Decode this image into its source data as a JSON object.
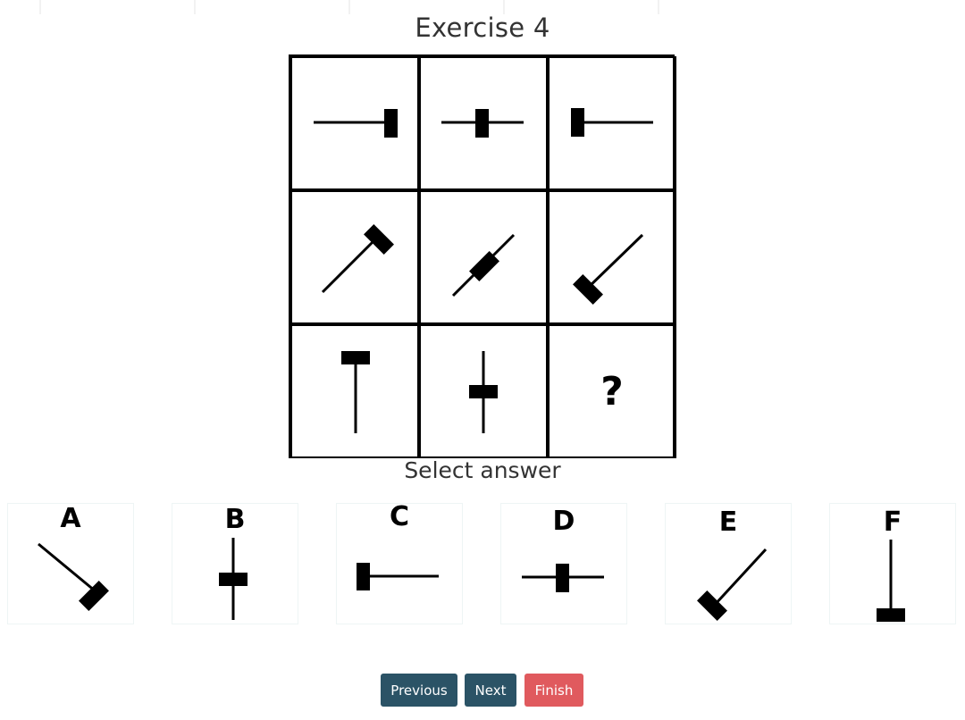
{
  "exercise": {
    "title": "Exercise 4"
  },
  "matrix": {
    "question_mark": "?",
    "cells": [
      [
        "hammer-horizontal-head-right",
        "hammer-horizontal-head-center",
        "hammer-horizontal-head-left"
      ],
      [
        "hammer-diagonal-head-top-right",
        "hammer-diagonal-head-center",
        "hammer-diagonal-head-bottom-left"
      ],
      [
        "hammer-vertical-head-top",
        "hammer-vertical-head-center",
        "missing"
      ]
    ]
  },
  "answers": {
    "label": "Select answer",
    "options": [
      {
        "letter": "A",
        "figure": "hammer-diagonal-head-bottom-right"
      },
      {
        "letter": "B",
        "figure": "hammer-vertical-head-center"
      },
      {
        "letter": "C",
        "figure": "hammer-horizontal-head-left"
      },
      {
        "letter": "D",
        "figure": "hammer-horizontal-head-center"
      },
      {
        "letter": "E",
        "figure": "hammer-diagonal-head-bottom-left"
      },
      {
        "letter": "F",
        "figure": "hammer-vertical-head-bottom"
      }
    ]
  },
  "navigation": {
    "previous_label": "Previous",
    "next_label": "Next",
    "finish_label": "Finish"
  },
  "colors": {
    "nav_button": "#2b5366",
    "finish_button": "#e05a5e",
    "figure": "#000000"
  }
}
